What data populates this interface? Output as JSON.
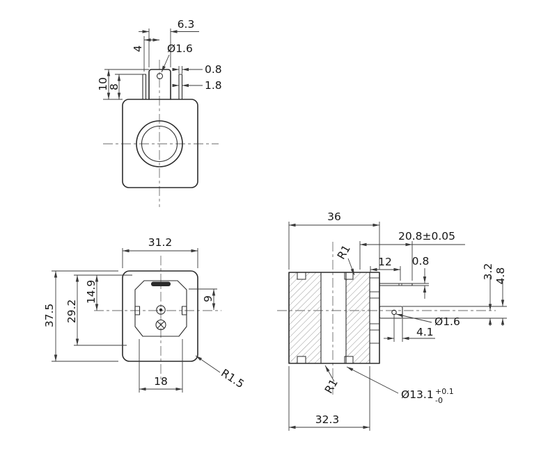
{
  "front_view": {
    "dims": {
      "tab_width": "6.3",
      "tab_hole_dia": "Ø1.6",
      "pin_offset": "4",
      "pin_thickness": "0.8",
      "pin_width": "1.8",
      "tab_height": "10",
      "pin_height": "8"
    }
  },
  "bottom_view": {
    "dims": {
      "body_width": "31.2",
      "overall_height": "37.5",
      "socket_height": "29.2",
      "slot_to_center": "14.9",
      "chamfer_to_center": "9",
      "socket_width": "18",
      "corner_radius": "R1.5"
    }
  },
  "section_view": {
    "dims": {
      "overall_width": "36",
      "terminal_reach": "20.8±0.05",
      "inner_radius_top": "R1",
      "blade_length": "12",
      "blade_thickness": "0.8",
      "blade_edge_to_center": "3.2",
      "blade_width": "4.8",
      "blade_hole_dia": "Ø1.6",
      "hole_to_tip": "4.1",
      "inner_radius_bottom": "R1",
      "bore_dia": "Ø13.1",
      "bore_tol_upper": "+0.1",
      "bore_tol_lower": "-0",
      "flange_width": "32.3"
    }
  },
  "colors": {
    "line": "#2b2b2b",
    "dimension": "#3a3a3a",
    "hatch": "#8a8a8a",
    "background": "#ffffff"
  }
}
